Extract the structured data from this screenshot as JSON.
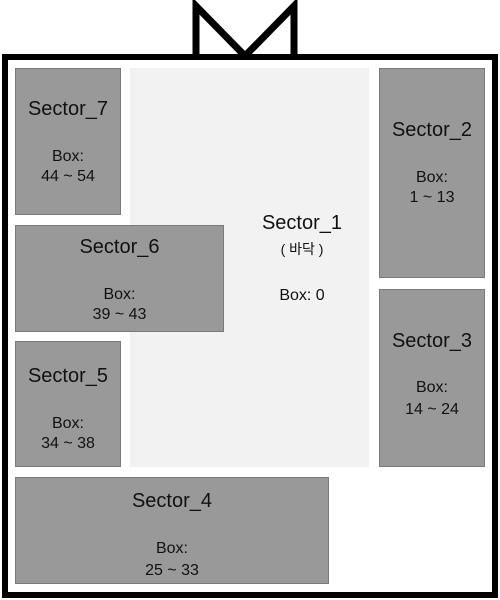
{
  "colors": {
    "outline": "#000000",
    "sector_fill": "#999999",
    "floor_fill": "#f2f2f2",
    "background": "#ffffff"
  },
  "icons": {
    "top": "bow-icon"
  },
  "sectors": {
    "s1": {
      "name": "Sector_1",
      "subtitle": "( 바닥 )",
      "box_label": "Box: 0"
    },
    "s2": {
      "name": "Sector_2",
      "box_label": "Box:",
      "box_range": "1 ~ 13"
    },
    "s3": {
      "name": "Sector_3",
      "box_label": "Box:",
      "box_range": "14 ~ 24"
    },
    "s4": {
      "name": "Sector_4",
      "box_label": "Box:",
      "box_range": "25 ~ 33"
    },
    "s5": {
      "name": "Sector_5",
      "box_label": "Box:",
      "box_range": "34 ~ 38"
    },
    "s6": {
      "name": "Sector_6",
      "box_label": "Box:",
      "box_range": "39 ~ 43"
    },
    "s7": {
      "name": "Sector_7",
      "box_label": "Box:",
      "box_range": "44 ~ 54"
    }
  }
}
